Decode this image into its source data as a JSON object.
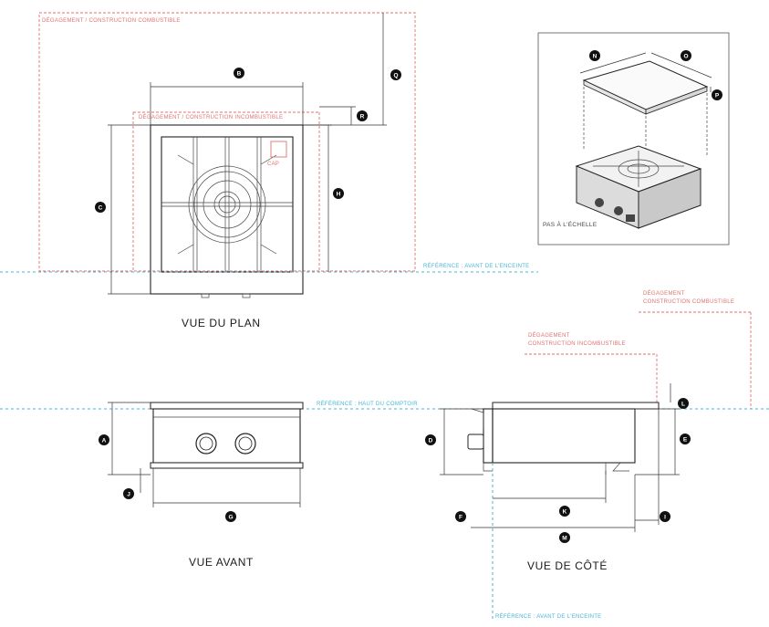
{
  "views": {
    "plan_title": "VUE DU PLAN",
    "front_title": "VUE AVANT",
    "side_title": "VUE DE CÔTÉ"
  },
  "labels": {
    "clearance_combustible_top": "DÉGAGEMENT / CONSTRUCTION COMBUSTIBLE",
    "clearance_noncombustible_plan": "DÉGAGEMENT / CONSTRUCTION INCOMBUSTIBLE",
    "cap": "CAP",
    "ref_front_counter_plan": "RÉFÉRENCE : AVANT DE L'ENCEINTE",
    "ref_top_counter": "RÉFÉRENCE : HAUT DU COMPTOIR",
    "clearance_combustible_side_1": "DÉGAGEMENT",
    "clearance_combustible_side_2": "CONSTRUCTION COMBUSTIBLE",
    "clearance_noncombustible_side_1": "DÉGAGEMENT",
    "clearance_noncombustible_side_2": "CONSTRUCTION INCOMBUSTIBLE",
    "ref_front_counter_side": "RÉFÉRENCE : AVANT DE L'ENCEINTE",
    "not_to_scale": "PAS À L'ÉCHELLE"
  },
  "dimensions": {
    "A": "A",
    "B": "B",
    "C": "C",
    "D": "D",
    "E": "E",
    "F": "F",
    "G": "G",
    "H": "H",
    "I": "I",
    "J": "J",
    "K": "K",
    "L": "L",
    "M": "M",
    "N": "N",
    "O": "O",
    "P": "P",
    "Q": "Q",
    "R": "R"
  },
  "colors": {
    "combustible_clearance": "#e0736f",
    "reference_line": "#49b7d8",
    "badge": "#111111"
  }
}
